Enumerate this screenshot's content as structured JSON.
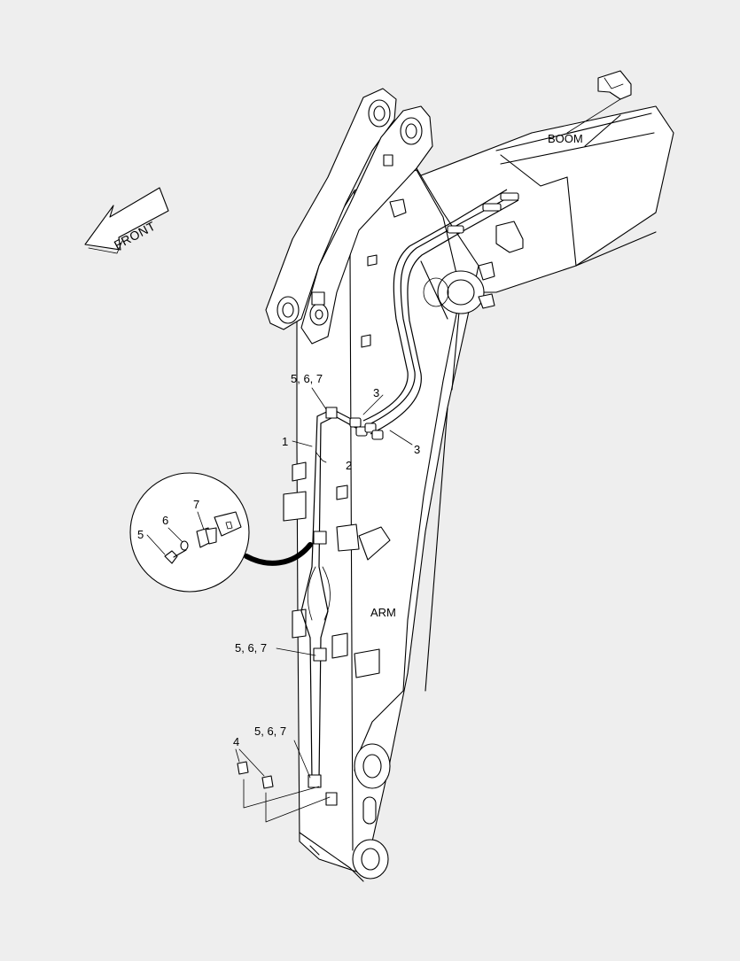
{
  "labels": {
    "boom": "BOOM",
    "arm": "ARM",
    "front": "FRONT"
  },
  "callouts": {
    "c1": "1",
    "c2": "2",
    "c3a": "3",
    "c3b": "3",
    "c4": "4",
    "c567_top": "5, 6, 7",
    "c567_mid": "5, 6, 7",
    "c567_bot": "5, 6, 7",
    "d5": "5",
    "d6": "6",
    "d7": "7"
  }
}
